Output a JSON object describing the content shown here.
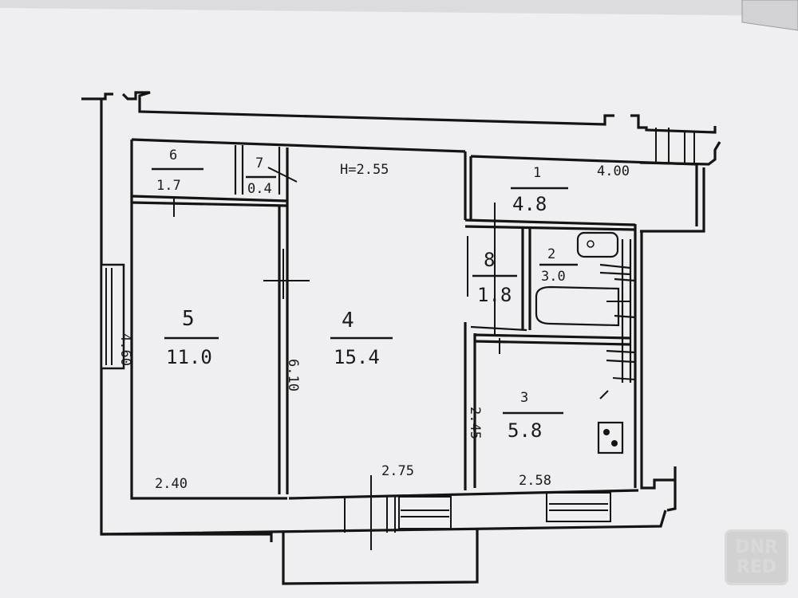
{
  "plan": {
    "ceiling_height": "H=2.55",
    "rooms": [
      {
        "key": "r1",
        "number": "1",
        "area": "4.8"
      },
      {
        "key": "r2",
        "number": "2",
        "area": "3.0"
      },
      {
        "key": "r3",
        "number": "3",
        "area": "5.8"
      },
      {
        "key": "r4",
        "number": "4",
        "area": "15.4"
      },
      {
        "key": "r5",
        "number": "5",
        "area": "11.0"
      },
      {
        "key": "r6",
        "number": "6",
        "area": "1.7"
      },
      {
        "key": "r7",
        "number": "7",
        "area": "0.4"
      },
      {
        "key": "r8",
        "number": "8",
        "area": "1.8"
      }
    ],
    "dimensions": {
      "top_right": "4.00",
      "bottom_5": "2.40",
      "bottom_4": "2.75",
      "bottom_3": "2.58",
      "left_5": "4.60",
      "mid_4": "6.10",
      "left_3": "2.45"
    }
  },
  "watermark": {
    "line1": "DNR",
    "line2": "RED"
  }
}
